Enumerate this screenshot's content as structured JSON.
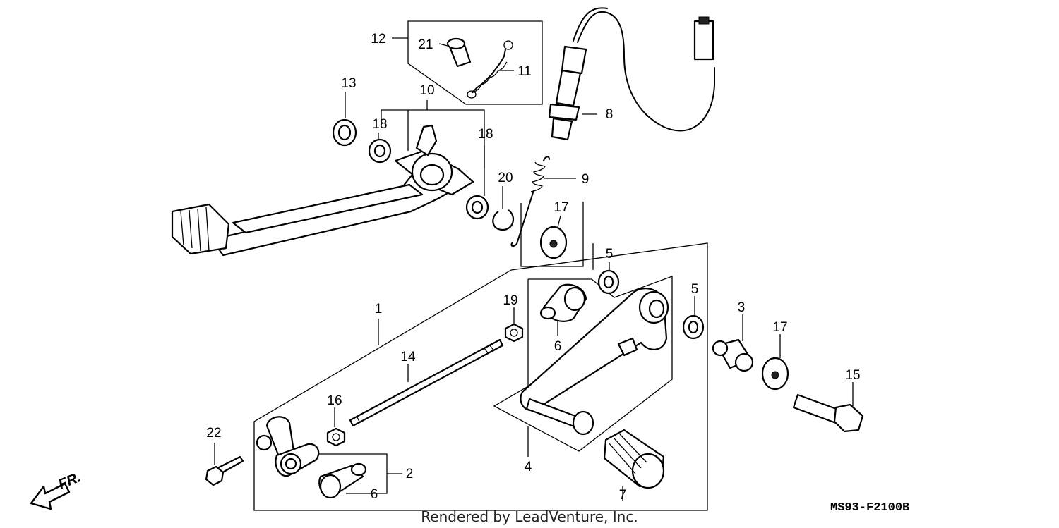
{
  "diagram": {
    "callouts": [
      {
        "id": "c1",
        "text": "1"
      },
      {
        "id": "c2",
        "text": "2"
      },
      {
        "id": "c3",
        "text": "3"
      },
      {
        "id": "c4",
        "text": "4"
      },
      {
        "id": "c5a",
        "text": "5"
      },
      {
        "id": "c5b",
        "text": "5"
      },
      {
        "id": "c6a",
        "text": "6"
      },
      {
        "id": "c6b",
        "text": "6"
      },
      {
        "id": "c7",
        "text": "7"
      },
      {
        "id": "c8",
        "text": "8"
      },
      {
        "id": "c9",
        "text": "9"
      },
      {
        "id": "c10",
        "text": "10"
      },
      {
        "id": "c11",
        "text": "11"
      },
      {
        "id": "c12",
        "text": "12"
      },
      {
        "id": "c13",
        "text": "13"
      },
      {
        "id": "c14",
        "text": "14"
      },
      {
        "id": "c15",
        "text": "15"
      },
      {
        "id": "c16",
        "text": "16"
      },
      {
        "id": "c17a",
        "text": "17"
      },
      {
        "id": "c17b",
        "text": "17"
      },
      {
        "id": "c18a",
        "text": "18"
      },
      {
        "id": "c18b",
        "text": "18"
      },
      {
        "id": "c19",
        "text": "19"
      },
      {
        "id": "c20",
        "text": "20"
      },
      {
        "id": "c21",
        "text": "21"
      },
      {
        "id": "c22",
        "text": "22"
      }
    ],
    "direction_label": "FR.",
    "diagram_code": "MS93-F2100B",
    "credit": "Rendered by LeadVenture, Inc."
  }
}
